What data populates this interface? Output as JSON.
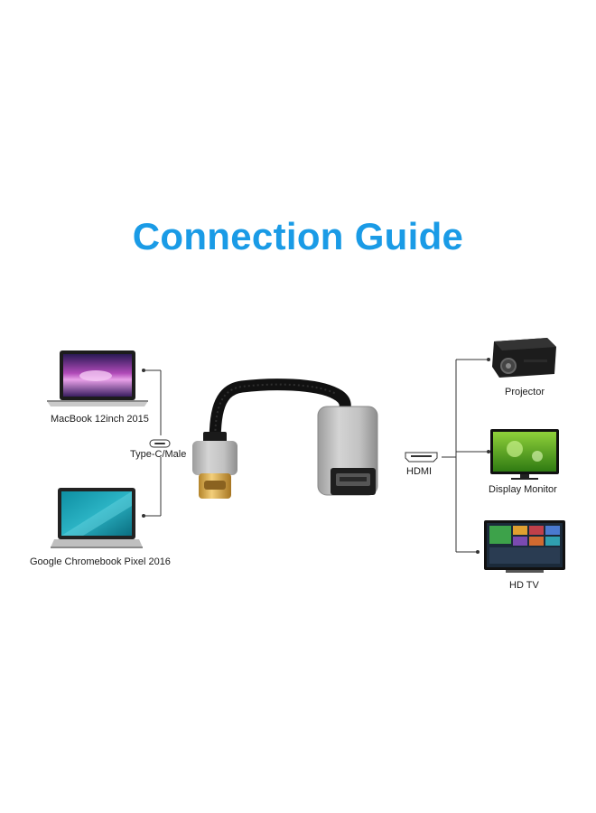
{
  "title": "Connection Guide",
  "colors": {
    "title": "#1a9be6",
    "lines": "#333333",
    "cable": "#111111",
    "adapter": "#b7b7b7",
    "connector": "#d9a545"
  },
  "sources": [
    {
      "label": "MacBook 12inch 2015",
      "icon": "laptop-icon"
    },
    {
      "label": "Google Chromebook Pixel 2016",
      "icon": "chromebook-icon"
    }
  ],
  "port_in": {
    "label": "Type-C/Male",
    "icon": "usb-c-port-icon"
  },
  "port_out": {
    "label": "HDMI",
    "icon": "hdmi-port-icon"
  },
  "destinations": [
    {
      "label": "Projector",
      "icon": "projector-icon"
    },
    {
      "label": "Display Monitor",
      "icon": "monitor-icon"
    },
    {
      "label": "HD TV",
      "icon": "tv-icon"
    }
  ]
}
